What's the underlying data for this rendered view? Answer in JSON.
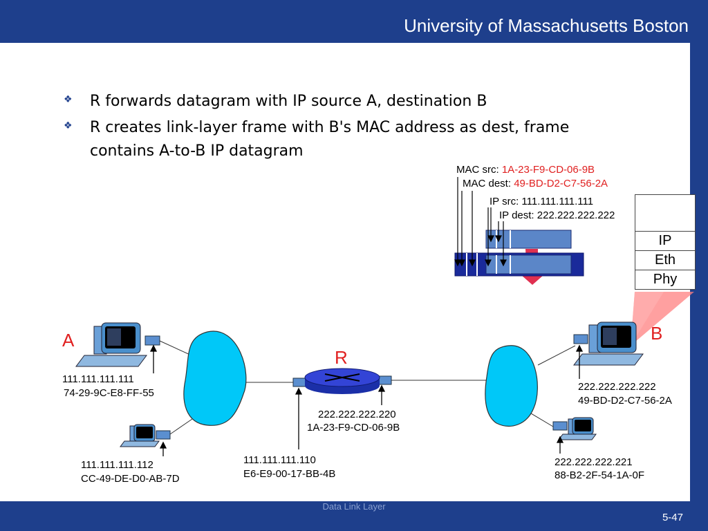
{
  "header": {
    "title": "University of Massachusetts Boston"
  },
  "bullets": [
    {
      "text": "R forwards datagram with IP source A, destination B"
    },
    {
      "text": "R creates link-layer frame with B's MAC address as dest, frame contains A-to-B IP datagram"
    }
  ],
  "frame": {
    "mac_src_label": "MAC src: ",
    "mac_src_value": "1A-23-F9-CD-06-9B",
    "mac_dest_label": "MAC dest: ",
    "mac_dest_value": "49-BD-D2-C7-56-2A",
    "ip_src": "IP src: 111.111.111.111",
    "ip_dest": "IP dest: 222.222.222.222"
  },
  "stack": {
    "layers": [
      "IP",
      "Eth",
      "Phy"
    ]
  },
  "nodes": {
    "a_label": "A",
    "b_label": "B",
    "r_label": "R",
    "host_a": {
      "ip": "111.111.111.111",
      "mac": "74-29-9C-E8-FF-55"
    },
    "host_a2": {
      "ip": "111.111.111.112",
      "mac": "CC-49-DE-D0-AB-7D"
    },
    "router_left": {
      "ip": "111.111.111.110",
      "mac": "E6-E9-00-17-BB-4B"
    },
    "router_right": {
      "ip": "222.222.222.220",
      "mac": "1A-23-F9-CD-06-9B"
    },
    "host_b": {
      "ip": "222.222.222.222",
      "mac": "49-BD-D2-C7-56-2A"
    },
    "host_b2": {
      "ip": "222.222.222.221",
      "mac": "88-B2-2F-54-1A-0F"
    }
  },
  "footer": {
    "center": "Data Link Layer",
    "page": "5-47"
  },
  "colors": {
    "brand_blue": "#1e3f8c",
    "accent_red": "#e02020",
    "cloud_fill": "#00c8f8"
  }
}
